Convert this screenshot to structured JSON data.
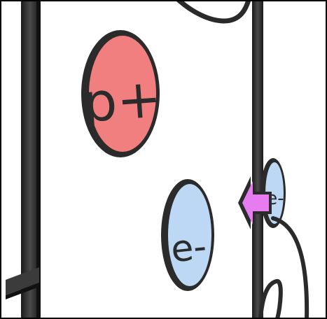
{
  "proton": {
    "label": "p+",
    "fill": "#f27f7f",
    "rim": "#2b2b2b"
  },
  "electrons": [
    {
      "id": "electron-left",
      "label": "e-",
      "fill": "#bcd8f5"
    },
    {
      "id": "electron-right",
      "label": "e-",
      "fill": "#bcd8f5"
    }
  ],
  "arrow": {
    "color": "#e67cf0",
    "direction": "left"
  },
  "colors": {
    "background": "#ffffff",
    "wire": "#2a2a2a",
    "frame": "#000000"
  }
}
